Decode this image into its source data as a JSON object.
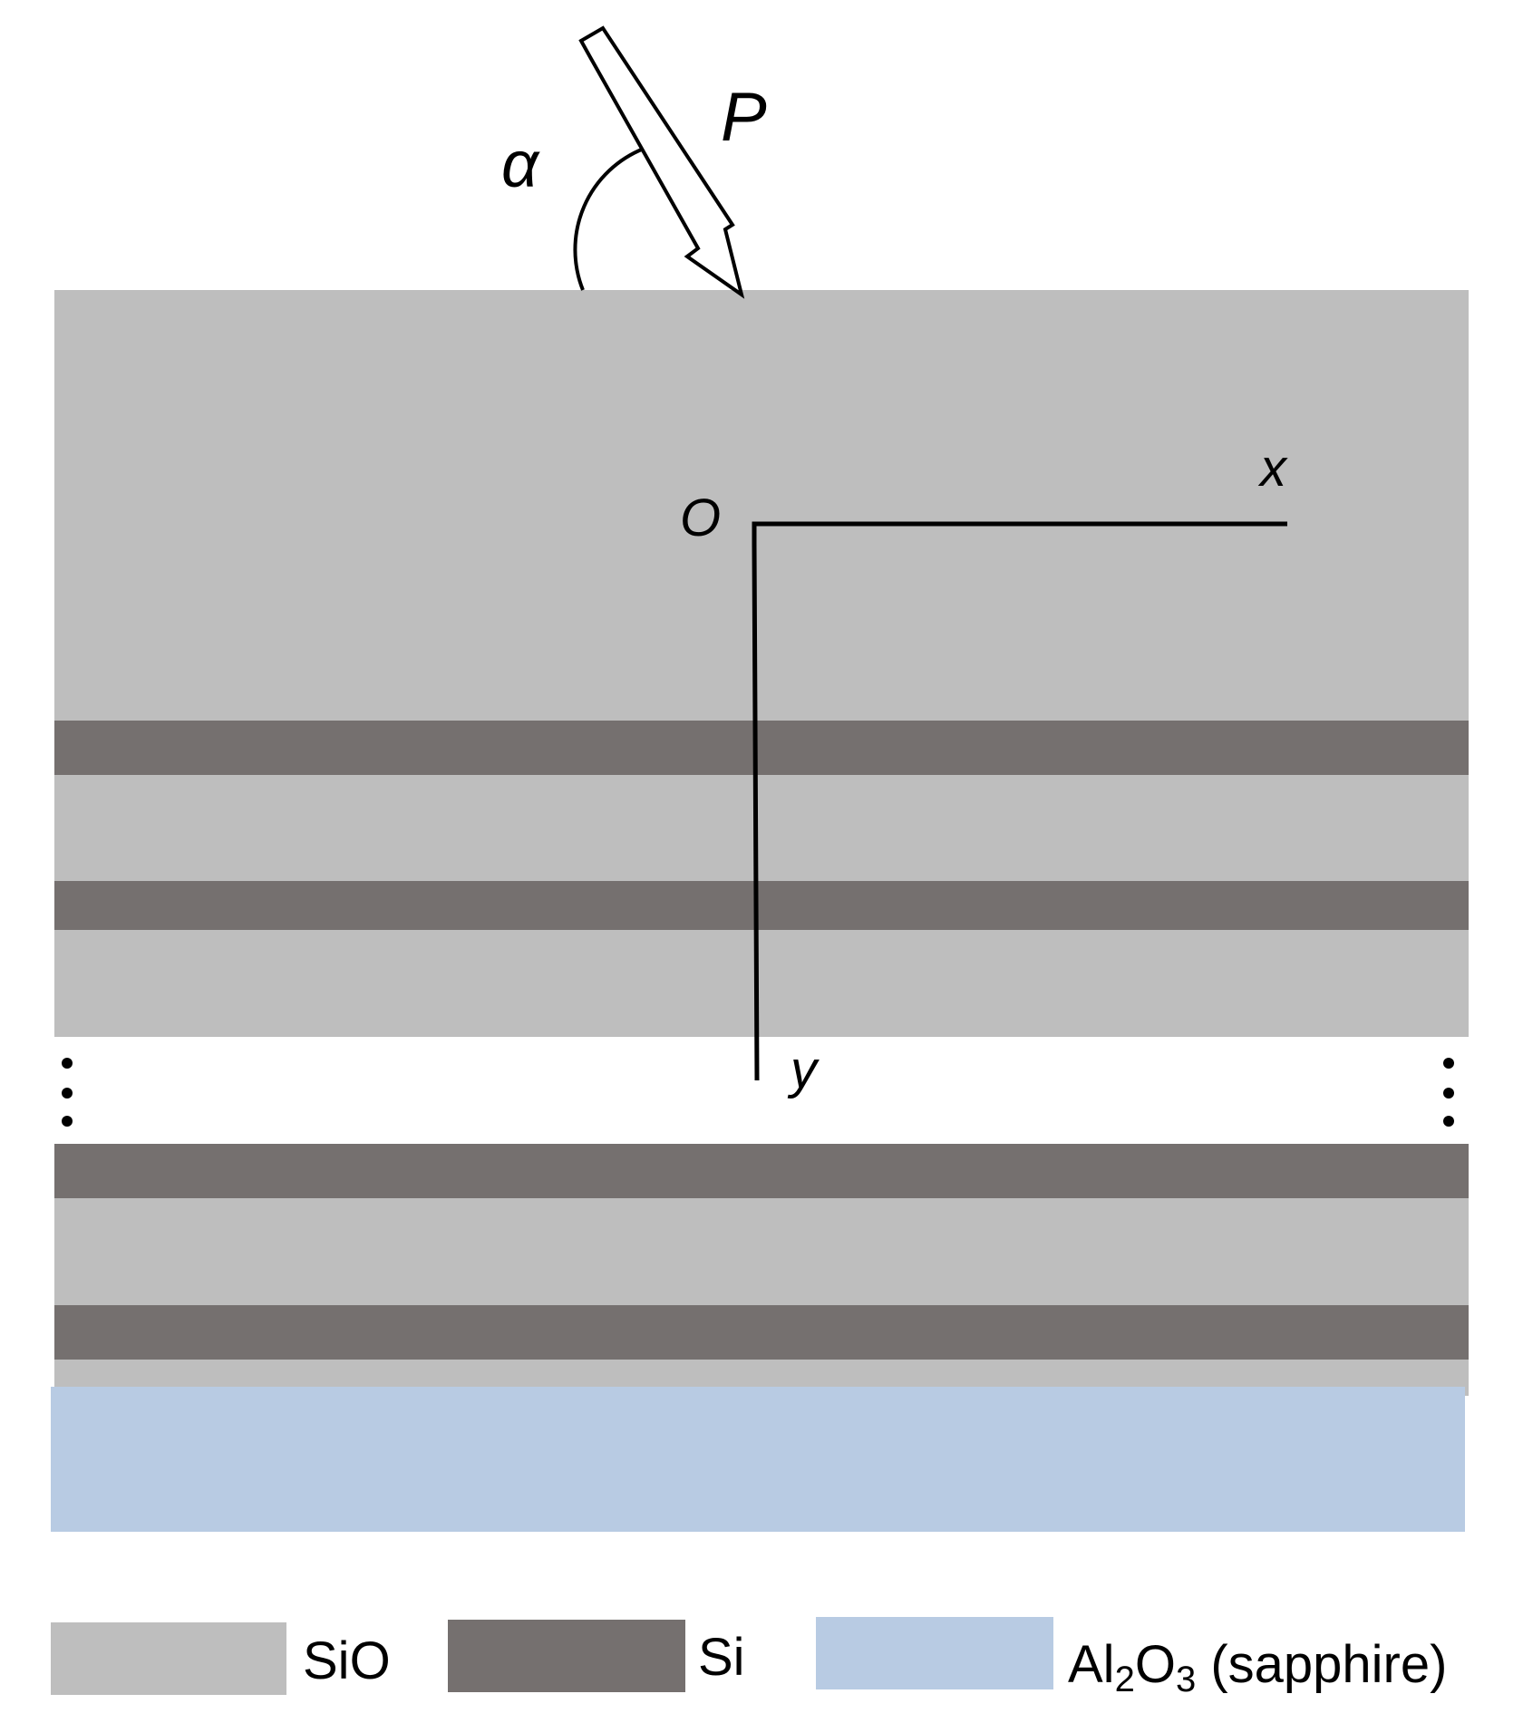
{
  "colors": {
    "sio": "#bebebe",
    "si": "#75706f",
    "sapphire": "#b8cbe3",
    "ink": "#000000"
  },
  "labels": {
    "beam": "P",
    "angle": "α",
    "origin": "O",
    "x_axis": "x",
    "y_axis": "y"
  },
  "legend": {
    "sio": "SiO",
    "si": "Si",
    "sapphire_pre": "Al",
    "sapphire_sub1": "2",
    "sapphire_mid": "O",
    "sapphire_sub2": "3",
    "sapphire_post": " (sapphire)"
  }
}
